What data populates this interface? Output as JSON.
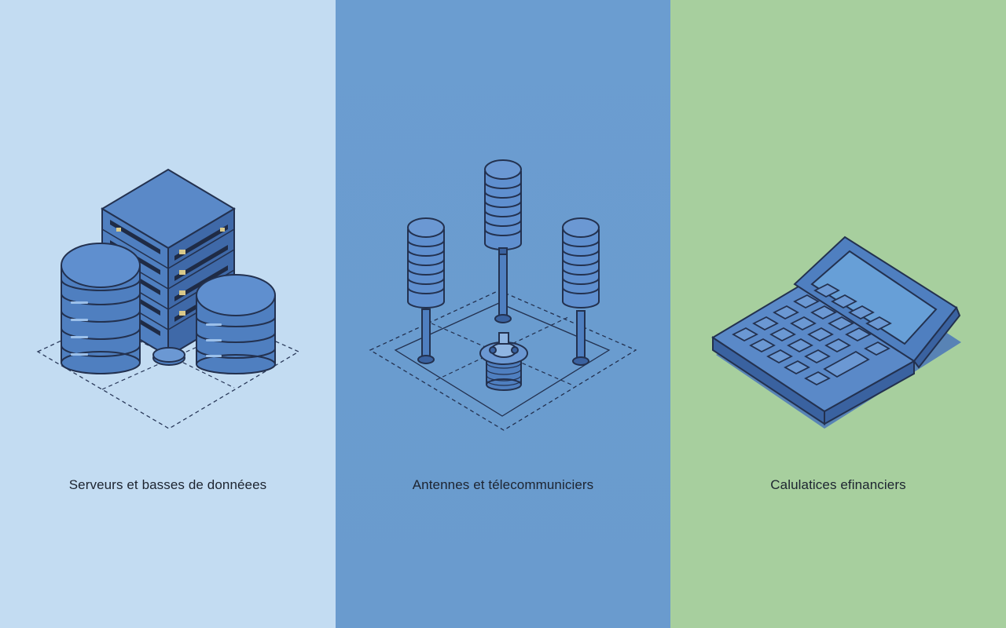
{
  "colors": {
    "panel_servers_bg": "#c3dcf2",
    "panel_antennas_bg": "#6a9ccf",
    "panel_finance_bg": "#a7cf9e",
    "icon_fill": "#4f7fc0",
    "icon_light": "#6b98d3",
    "icon_dark": "#3a62a0",
    "outline": "#23314f",
    "screen": "#679fd7",
    "shadow": "#4a76b8"
  },
  "panels": [
    {
      "icon": "server-database-icon",
      "caption": "Serveurs et basses de donnéees"
    },
    {
      "icon": "antenna-telecom-icon",
      "caption": "Antennes et télecommuniciers"
    },
    {
      "icon": "calculator-icon",
      "caption": "Calulatices efinanciers"
    }
  ]
}
